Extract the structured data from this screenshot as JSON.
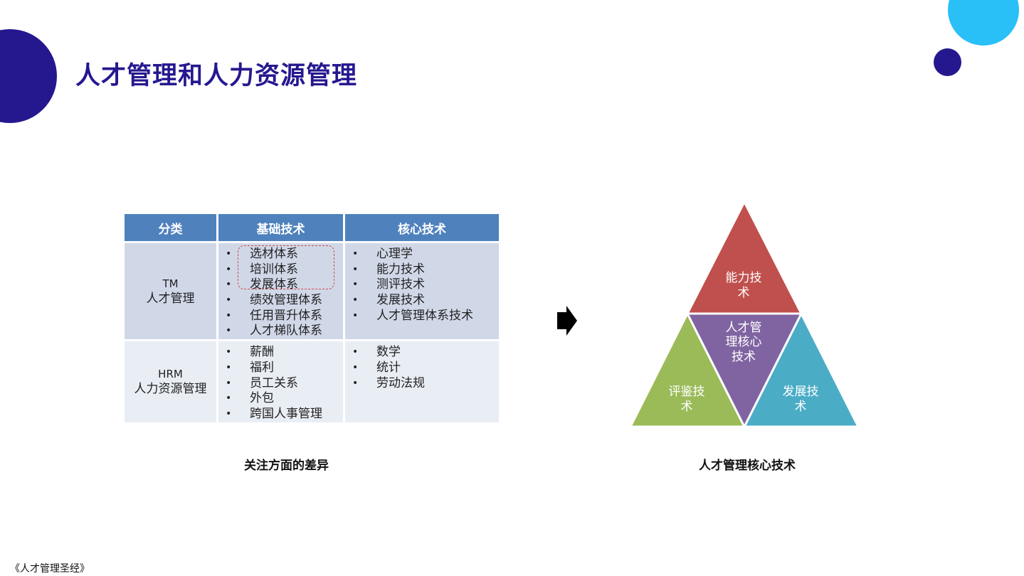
{
  "slide": {
    "title": "人才管理和人力资源管理",
    "footer": "《人才管理圣经》",
    "colors": {
      "accent_dark": "#25188f",
      "accent_light": "#29c0f7",
      "header_blue": "#4f81bd"
    }
  },
  "table": {
    "headers": [
      "分类",
      "基础技术",
      "核心技术"
    ],
    "rows": [
      {
        "category_code": "TM",
        "category_name": "人才管理",
        "basic": [
          "选材体系",
          "培训体系",
          "发展体系",
          "绩效管理体系",
          "任用晋升体系",
          "人才梯队体系"
        ],
        "core": [
          "心理学",
          "能力技术",
          "测评技术",
          "发展技术",
          "人才管理体系技术"
        ]
      },
      {
        "category_code": "HRM",
        "category_name": "人力资源管理",
        "basic": [
          "薪酬",
          "福利",
          "员工关系",
          "外包",
          "跨国人事管理"
        ],
        "core": [
          "数学",
          "统计",
          "劳动法规"
        ]
      }
    ],
    "caption": "关注方面的差异"
  },
  "pyramid": {
    "top": {
      "line1": "能力技",
      "line2": "术",
      "color": "#c0504d"
    },
    "center": {
      "line1": "人才管",
      "line2": "理核心",
      "line3": "技术",
      "color": "#8064a2"
    },
    "left": {
      "line1": "评鉴技",
      "line2": "术",
      "color": "#9bbb59"
    },
    "right": {
      "line1": "发展技",
      "line2": "术",
      "color": "#4bacc6"
    },
    "caption": "人才管理核心技术"
  },
  "arrow_icon": "right-arrow-icon"
}
